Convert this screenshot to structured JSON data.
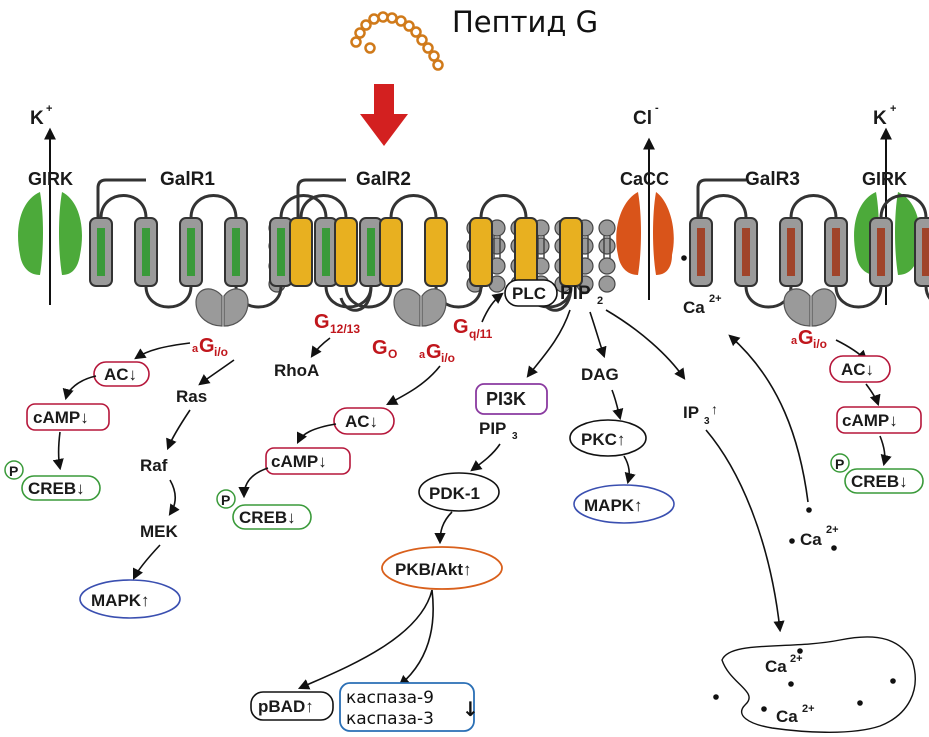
{
  "title": "Пептид G",
  "ions": {
    "k_left": "K",
    "k_left_sup": "+",
    "cl": "Cl",
    "cl_sup": "-",
    "k_right": "K",
    "k_right_sup": "+"
  },
  "channels": {
    "girk_left": "GIRK",
    "cacc": "CaCC",
    "girk_right": "GIRK"
  },
  "receptors": {
    "r1": "GalR1",
    "r2": "GalR2",
    "r3": "GalR3"
  },
  "gproteins": {
    "g1_pre": "a",
    "g1_main": "G",
    "g1_sub": "i/o",
    "g1213_main": "G",
    "g1213_sub": "12/13",
    "go_main": "G",
    "go_sub": "O",
    "g2_pre": "a",
    "g2_main": "G",
    "g2_sub": "i/o",
    "gq_main": "G",
    "gq_sub": "q/11",
    "g3_pre": "a",
    "g3_main": "G",
    "g3_sub": "i/o"
  },
  "left_path": {
    "ac": "AC↓",
    "camp": "cAMP↓",
    "p": "P",
    "creb": "CREB↓",
    "ras": "Ras",
    "raf": "Raf",
    "mek": "MEK",
    "mapk": "MAPK↑"
  },
  "mid_path": {
    "rhoa": "RhoA",
    "ac": "AC↓",
    "camp": "cAMP↓",
    "p": "P",
    "creb": "CREB↓"
  },
  "plc_path": {
    "plc": "PLC",
    "pip2": "PIP",
    "pip2_sub": "2",
    "pi3k": "PI3K",
    "pip3": "PIP",
    "pip3_sub": "3",
    "pdk1": "PDK-1",
    "pkb": "PKB/Akt↑",
    "pbad": "pBAD↑",
    "casp9": "каспаза-9",
    "casp3": "каспаза-3",
    "casp_arrow": "↓",
    "dag": "DAG",
    "pkc": "PKC↑",
    "mapk": "MAPK↑",
    "ip3": "IP",
    "ip3_sub": "3",
    "ip3_arrow": "↑"
  },
  "right_path": {
    "ca_top": "Ca",
    "ca_top_sup": "2+",
    "ac": "AC↓",
    "camp": "cAMP↓",
    "p": "P",
    "creb": "CREB↓",
    "ca_mid": "Ca",
    "ca_mid_sup": "2+",
    "ca_er1": "Ca",
    "ca_er1_sup": "2+",
    "ca_er2": "Ca",
    "ca_er2_sup": "2+"
  },
  "colors": {
    "red": "#c0161c",
    "crimson_box": "#b5163a",
    "green_box": "#3a9a3a",
    "blue_box": "#3a4fb0",
    "purple_box": "#8a3aa0",
    "orange_box": "#d9601c",
    "steel_box": "#2a6fb5",
    "gold": "#e8b020",
    "green_bar": "#3a9a3a",
    "brown_bar": "#a0442a",
    "peptide": "#d07a1a",
    "channel_green": "#4caa3a",
    "channel_orange": "#d9541a"
  }
}
